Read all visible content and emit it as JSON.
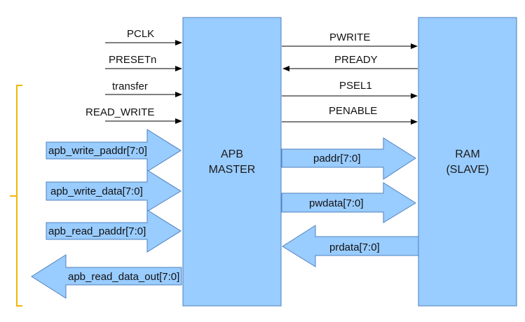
{
  "colors": {
    "block_fill": "#99ccff",
    "block_stroke": "#4f81bd",
    "bus_fill": "#99ccff",
    "bus_stroke": "#4f81bd",
    "bracket": "#f2b705",
    "wire": "#000000"
  },
  "master": {
    "line1": "APB",
    "line2": "MASTER"
  },
  "slave": {
    "line1": "RAM",
    "line2": "(SLAVE)"
  },
  "inputs": [
    {
      "label": "PCLK",
      "direction": "to-master"
    },
    {
      "label": "PRESETn",
      "direction": "to-master"
    },
    {
      "label": "transfer",
      "direction": "to-master"
    },
    {
      "label": "READ_WRITE",
      "direction": "to-master"
    }
  ],
  "left_buses": [
    {
      "label": "apb_write_paddr[7:0]",
      "direction": "to-master"
    },
    {
      "label": "apb_write_data[7:0]",
      "direction": "to-master"
    },
    {
      "label": "apb_read_paddr[7:0]",
      "direction": "to-master"
    },
    {
      "label": "apb_read_data_out[7:0]",
      "direction": "from-master"
    }
  ],
  "right_signals": [
    {
      "label": "PWRITE",
      "direction": "to-slave"
    },
    {
      "label": "PREADY",
      "direction": "to-master"
    },
    {
      "label": "PSEL1",
      "direction": "to-slave"
    },
    {
      "label": "PENABLE",
      "direction": "to-slave"
    }
  ],
  "right_buses": [
    {
      "label": "paddr[7:0]",
      "direction": "to-slave"
    },
    {
      "label": "pwdata[7:0]",
      "direction": "to-slave"
    },
    {
      "label": "prdata[7:0]",
      "direction": "to-master"
    }
  ]
}
